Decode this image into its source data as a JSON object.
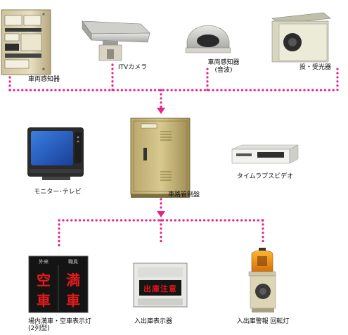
{
  "colors": {
    "connector": "#e8248a",
    "background": "#ffffff"
  },
  "devices": {
    "vehicle_detector": {
      "label": "車両感知器"
    },
    "itv_camera": {
      "label": "ITVカメラ"
    },
    "sonic_detector": {
      "label_line1": "車両感知器",
      "label_line2": "(音波)"
    },
    "photo_sensor": {
      "label": "投・受光器"
    },
    "monitor_tv": {
      "label": "モニター･テレビ"
    },
    "control_panel": {
      "label": "車路管制盤"
    },
    "timelapse_video": {
      "label": "タイムラプスビデオ"
    },
    "parking_sign": {
      "label_line1": "場内満車・空車表示灯",
      "label_line2": "(2列型)",
      "header_left": "外来",
      "header_right": "職員",
      "char_1": "空",
      "char_2": "満",
      "char_3": "車",
      "char_4": "車"
    },
    "entrance_display": {
      "label": "入出庫表示器",
      "display_text": "出庫注意"
    },
    "warning_light": {
      "label": "入出庫警報 回転灯"
    }
  }
}
